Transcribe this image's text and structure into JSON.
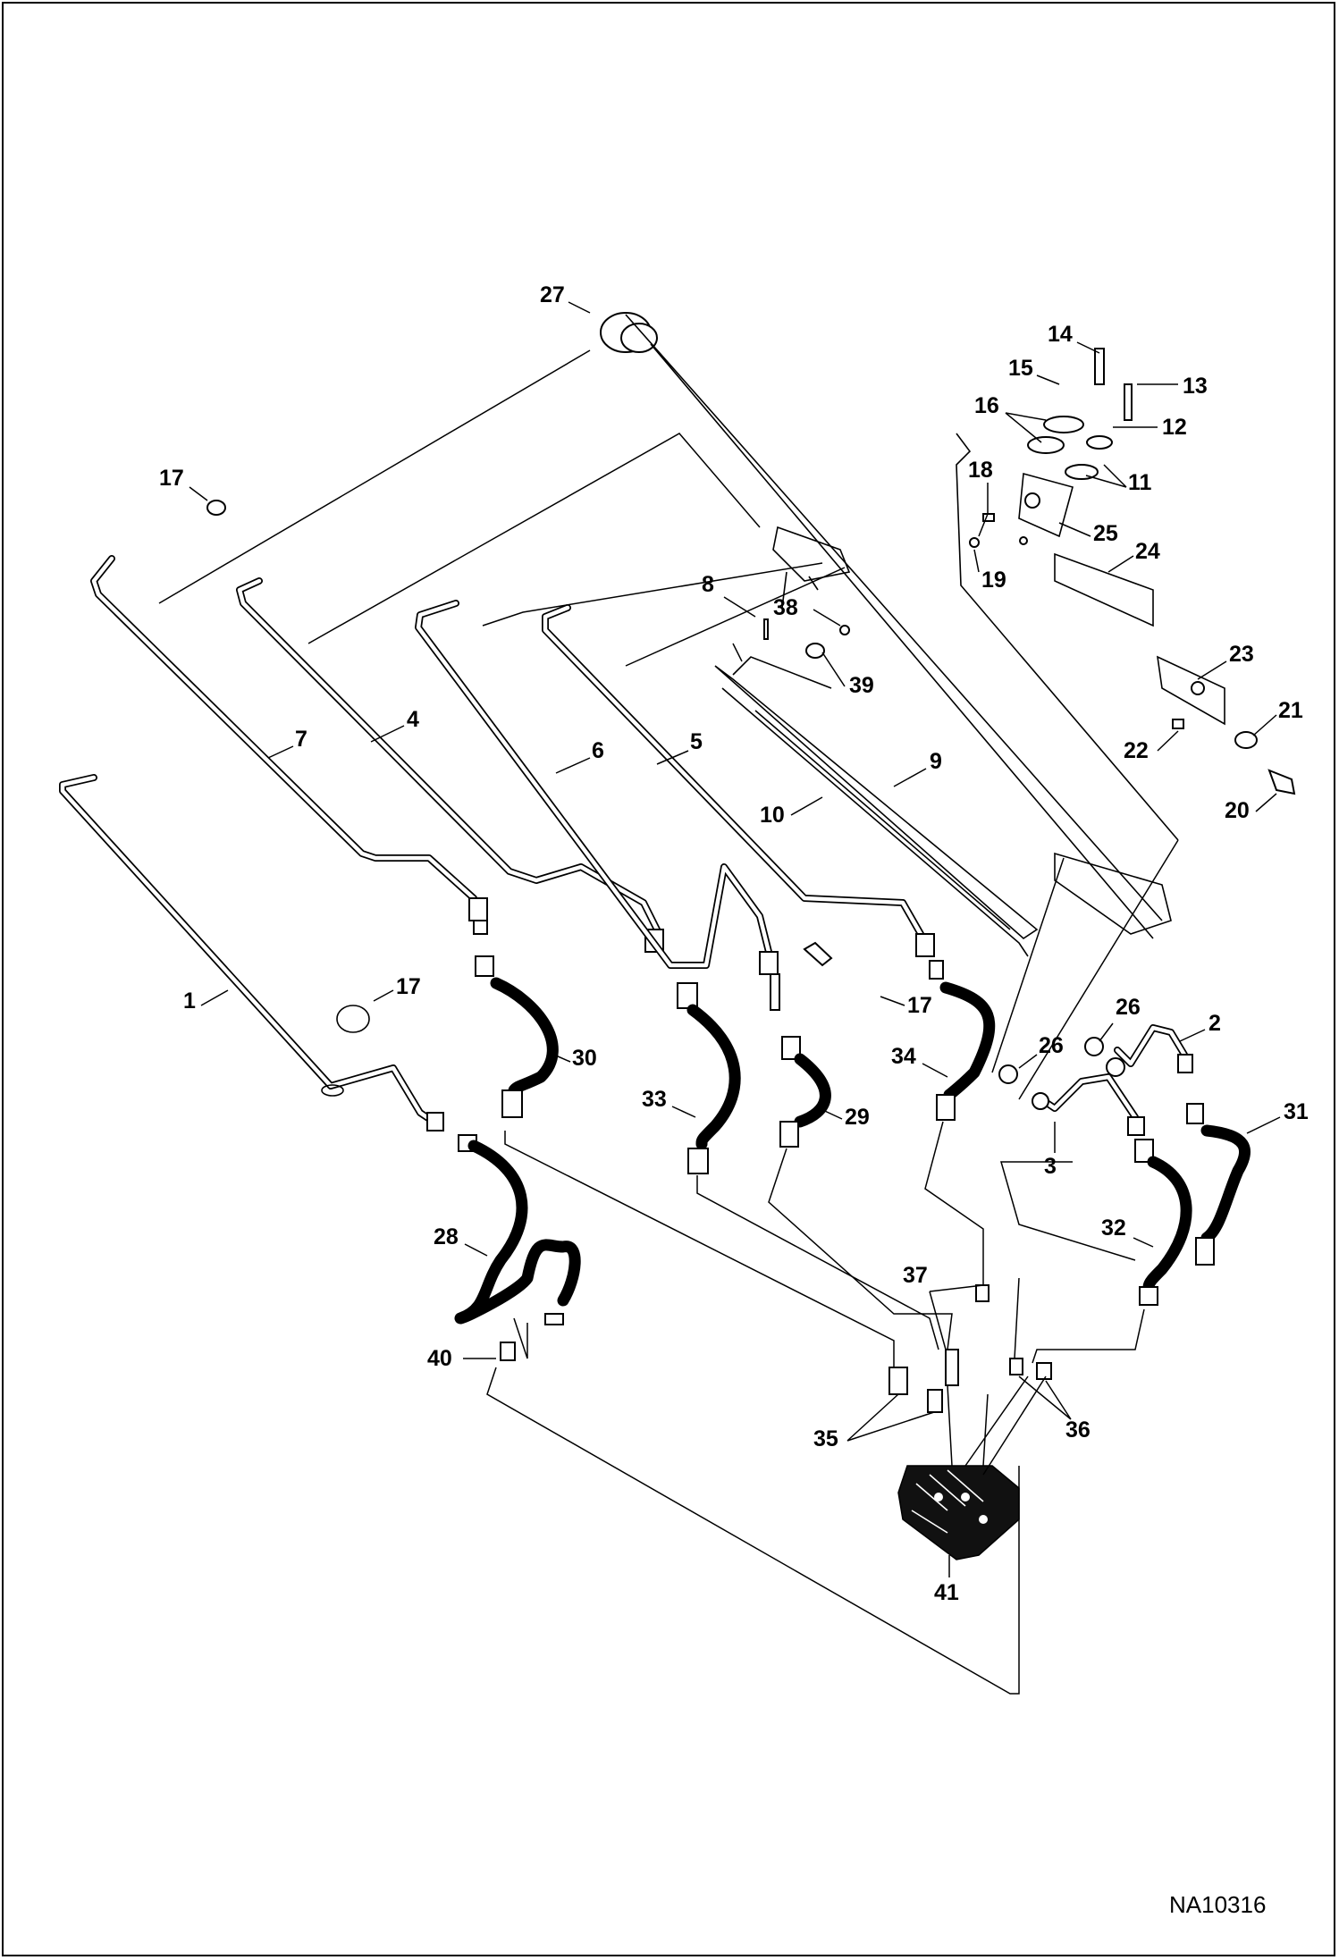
{
  "drawing_code": "NA10316",
  "callouts": [
    "1",
    "2",
    "3",
    "4",
    "5",
    "6",
    "7",
    "8",
    "9",
    "10",
    "11",
    "12",
    "13",
    "14",
    "15",
    "16",
    "17",
    "17",
    "17",
    "18",
    "19",
    "20",
    "21",
    "22",
    "23",
    "24",
    "25",
    "26",
    "26",
    "27",
    "28",
    "29",
    "30",
    "31",
    "32",
    "33",
    "34",
    "35",
    "36",
    "37",
    "38",
    "39",
    "40",
    "41"
  ]
}
